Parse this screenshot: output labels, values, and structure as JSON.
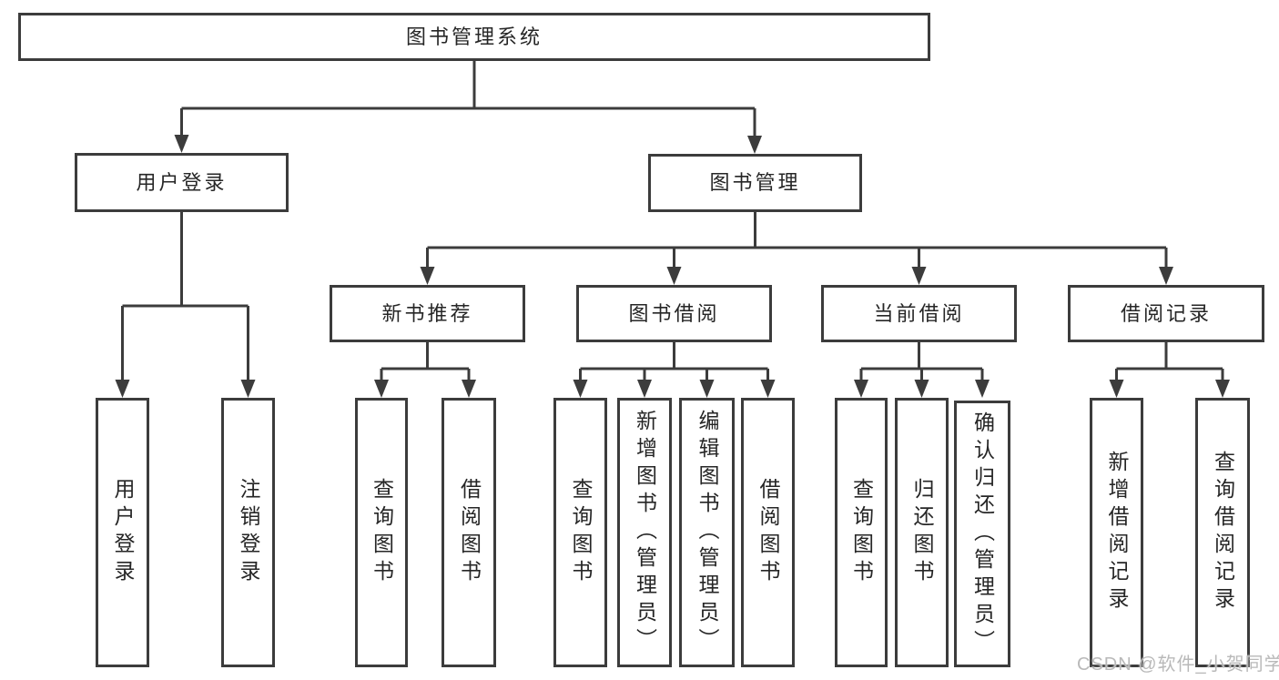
{
  "diagram": {
    "root": "图书管理系统",
    "branches": [
      {
        "label": "用户登录",
        "leaves": [
          "用户登录",
          "注销登录"
        ]
      },
      {
        "label": "图书管理",
        "groups": [
          {
            "label": "新书推荐",
            "leaves": [
              "查询图书",
              "借阅图书"
            ]
          },
          {
            "label": "图书借阅",
            "leaves": [
              "查询图书",
              "新增图书（管理员）",
              "编辑图书（管理员）",
              "借阅图书"
            ]
          },
          {
            "label": "当前借阅",
            "leaves": [
              "查询图书",
              "归还图书",
              "确认归还（管理员）"
            ]
          },
          {
            "label": "借阅记录",
            "leaves": [
              "新增借阅记录",
              "查询借阅记录"
            ]
          }
        ]
      }
    ]
  },
  "watermark": "CSDN @软件_小贺同学",
  "colors": {
    "line": "#3c3c3c",
    "text": "#262626",
    "box_bg": "#ffffff",
    "background": "#ffffff",
    "watermark": "#b9b9b9"
  }
}
